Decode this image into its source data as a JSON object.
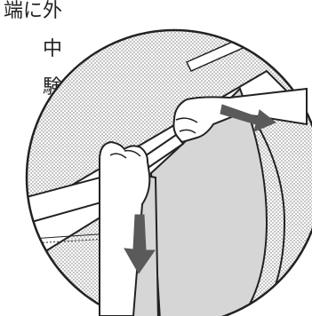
{
  "caption_fragments": {
    "line1": "端に外",
    "line2": "中",
    "line3": "験"
  },
  "figure": {
    "illustration": "two-hands-pulling-strap-on-chair-icon",
    "arrows": [
      "arrow-right-icon",
      "arrow-down-icon"
    ],
    "colors": {
      "ink": "#222222",
      "shade": "#bfbfbf",
      "panel": "#cfcfcf",
      "arrow": "#5a5a5a"
    }
  }
}
